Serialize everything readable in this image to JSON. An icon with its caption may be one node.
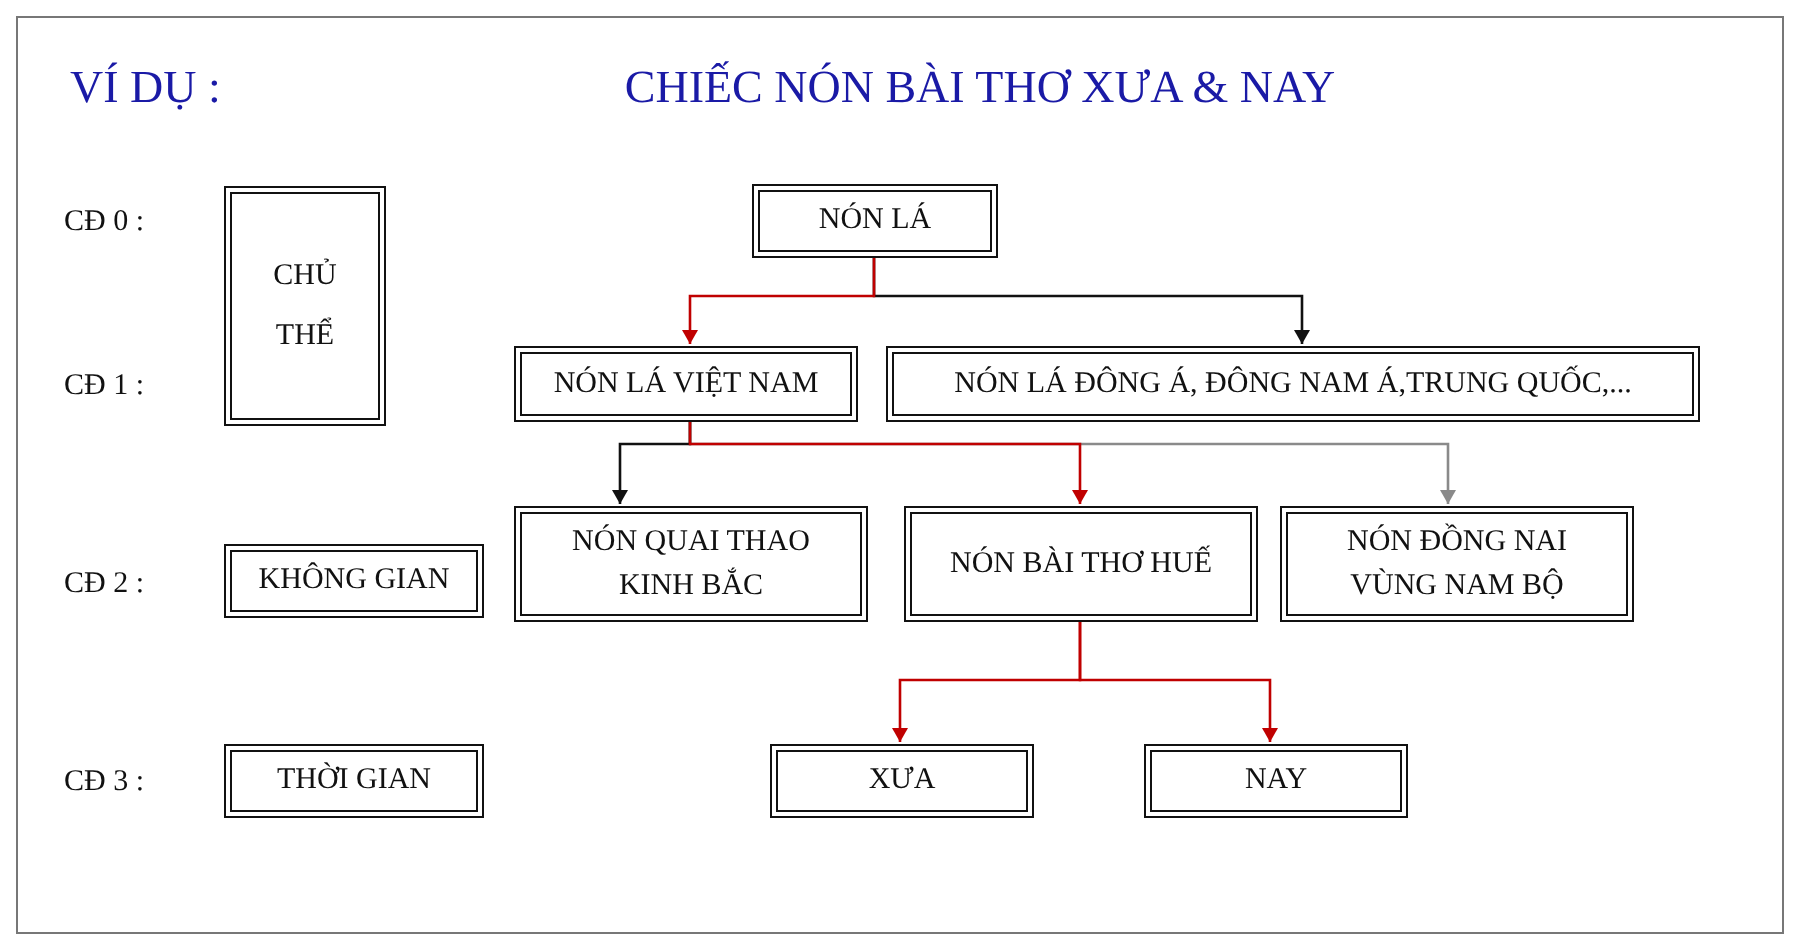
{
  "diagram": {
    "title": "CHIẾC NÓN BÀI THƠ XƯA & NAY",
    "nodes": [
      {
        "text": [
          "CHỦ THỂ"
        ]
      },
      {
        "text": [
          "NÓN LÁ"
        ]
      },
      {
        "text": [
          "NÓN LÁ VIỆT NAM"
        ]
      },
      {
        "text": [
          "NÓN LÁ ĐÔNG Á, ĐÔNG NAM Á,TRUNG QUỐC,..."
        ]
      },
      {
        "text": [
          "KHÔNG GIAN"
        ]
      },
      {
        "text": [
          "NÓN QUAI THAO KINH BẮC"
        ]
      },
      {
        "text": [
          "NÓN BÀI THƠ HUẾ"
        ]
      },
      {
        "text": [
          "NÓN ĐỒNG NAI VÙNG NAM BỘ"
        ]
      },
      {
        "text": [
          "THỜI GIAN"
        ]
      },
      {
        "text": [
          "XƯA"
        ]
      },
      {
        "text": [
          "NAY"
        ]
      }
    ],
    "edges": [
      {
        "from": 1,
        "to": 2,
        "arrow": "to",
        "color": "#c00000"
      },
      {
        "from": 1,
        "to": 3,
        "arrow": "to",
        "color": "#111111"
      },
      {
        "from": 2,
        "to": 5,
        "arrow": "to",
        "color": "#111111"
      },
      {
        "from": 2,
        "to": 6,
        "arrow": "to",
        "color": "#c00000"
      },
      {
        "from": 2,
        "to": 7,
        "arrow": "to",
        "color": "#8a8a8a"
      },
      {
        "from": 6,
        "to": 9,
        "arrow": "to",
        "color": "#c00000"
      },
      {
        "from": 6,
        "to": 10,
        "arrow": "to",
        "color": "#c00000"
      }
    ],
    "labels": [
      "VÍ DỤ :",
      "CĐ 0 :",
      "CĐ 1 :",
      "CĐ 2 :",
      "CĐ 3 :"
    ]
  }
}
